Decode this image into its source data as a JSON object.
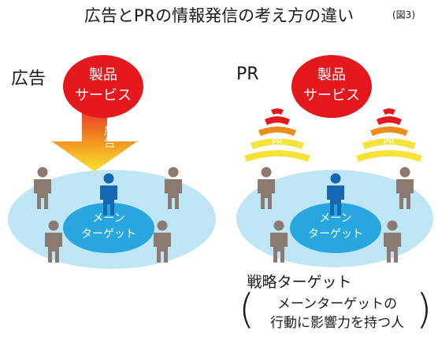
{
  "title": "広告とPRの情報発信の考え方の違い",
  "figure_ref": "(図3)",
  "advertising": {
    "label": "広告",
    "bubble_line1": "製品",
    "bubble_line2": "サービス",
    "arrow_label": "広告",
    "target_line1": "メーン",
    "target_line2": "ターゲット"
  },
  "pr": {
    "label": "PR",
    "bubble_line1": "製品",
    "bubble_line2": "サービス",
    "wave_label": "PR",
    "target_line1": "メーン",
    "target_line2": "ターゲット",
    "strategy_label": "戦略ターゲット",
    "note_line1": "メーンターゲットの",
    "note_line2": "行動に影響力を持つ人"
  },
  "colors": {
    "bubble": "#e5181e",
    "ellipse_outer": "#bfe6f6",
    "ellipse_inner": "#27a6df",
    "person_gray": "#8a7a70",
    "person_blue": "#1467b3",
    "arrow_top": "#e83828",
    "arrow_bottom": "#fbe332",
    "wave_red": "#e5181e",
    "wave_orange": "#f08c1c",
    "wave_yellow": "#f7e23a"
  },
  "icons": [
    "person-icon",
    "down-arrow-icon",
    "broadcast-wave-icon"
  ]
}
